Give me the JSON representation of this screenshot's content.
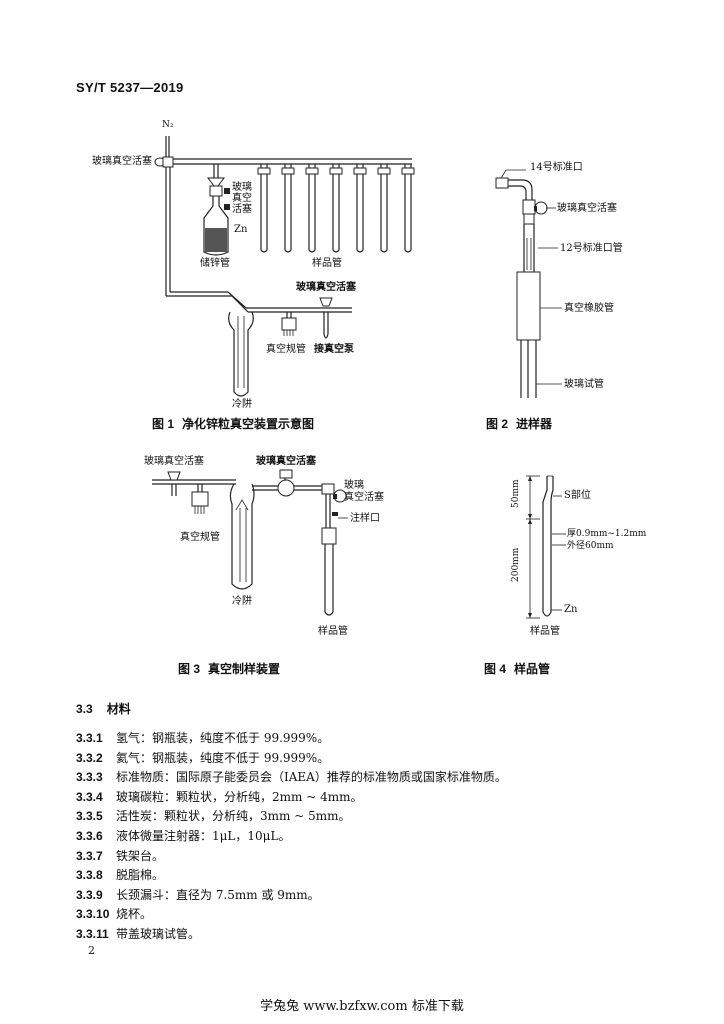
{
  "header": {
    "code": "SY/T  5237—2019"
  },
  "fig1": {
    "n2": "N₂",
    "stopcock_left": "玻璃真空活塞",
    "stopcock_mid": "玻璃\n真空\n活塞",
    "zn": "Zn",
    "zinc_tube": "储锌管",
    "sample_tubes": "样品管",
    "stopcock_right": "玻璃真空活塞",
    "gauge": "真空规管",
    "pump": "接真空泵",
    "trap": "冷阱",
    "caption_num": "图 1",
    "caption": "净化锌粒真空装置示意图"
  },
  "fig2": {
    "port14": "14号标准口",
    "stopcock": "玻璃真空活塞",
    "port12": "12号标准口管",
    "rubber": "真空橡胶管",
    "glass_tube": "玻璃试管",
    "caption_num": "图 2",
    "caption": "进样器"
  },
  "fig3": {
    "stopcock_left": "玻璃真空活塞",
    "stopcock_mid": "玻璃真空活塞",
    "stopcock_right": "玻璃\n真空活塞",
    "gauge": "真空规管",
    "inject": "注样口",
    "trap": "冷阱",
    "sample_tube": "样品管",
    "caption_num": "图 3",
    "caption": "真空制样装置"
  },
  "fig4": {
    "dim50": "50mm",
    "dim200": "200mm",
    "s_part": "S部位",
    "thickness": "厚0.9mm~1.2mm",
    "diameter": "外径60mm",
    "zn": "Zn",
    "sample_tube": "样品管",
    "caption_num": "图 4",
    "caption": "样品管"
  },
  "section": {
    "number": "3.3",
    "title": "材料"
  },
  "items": [
    {
      "num": "3.3.1",
      "text": "氢气：钢瓶装，纯度不低于 99.999%。"
    },
    {
      "num": "3.3.2",
      "text": "氦气：钢瓶装，纯度不低于 99.999%。"
    },
    {
      "num": "3.3.3",
      "text": "标准物质：国际原子能委员会（IAEA）推荐的标准物质或国家标准物质。"
    },
    {
      "num": "3.3.4",
      "text": "玻璃碳粒：颗粒状，分析纯，2mm ~ 4mm。"
    },
    {
      "num": "3.3.5",
      "text": "活性炭：颗粒状，分析纯，3mm ~ 5mm。"
    },
    {
      "num": "3.3.6",
      "text": "液体微量注射器：1μL，10μL。"
    },
    {
      "num": "3.3.7",
      "text": "铁架台。"
    },
    {
      "num": "3.3.8",
      "text": "脱脂棉。"
    },
    {
      "num": "3.3.9",
      "text": "长颈漏斗：直径为 7.5mm 或 9mm。"
    },
    {
      "num": "3.3.10",
      "text": "烧杯。"
    },
    {
      "num": "3.3.11",
      "text": "带盖玻璃试管。"
    }
  ],
  "page_number": "2",
  "footer": "学兔兔 www.bzfxw.com 标准下载"
}
